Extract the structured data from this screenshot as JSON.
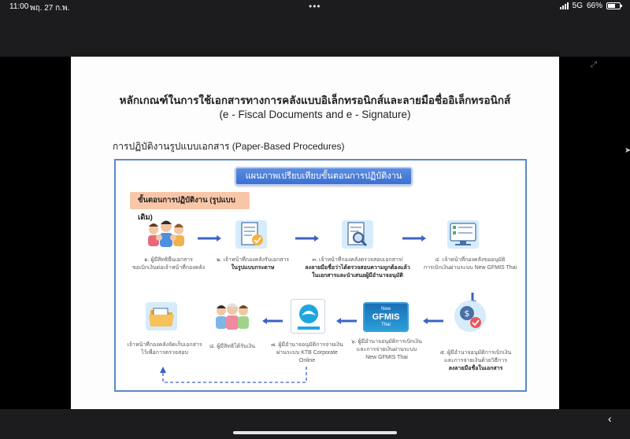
{
  "status_bar": {
    "time": "11:00",
    "date": "พฤ. 27 ก.พ.",
    "dots": "•••",
    "network": "5G",
    "battery": "66%",
    "battery_level": 0.66
  },
  "slide": {
    "title_th": "หลักเกณฑ์ในการใช้เอกสารทางการคลังแบบอิเล็กทรอนิกส์และลายมือชื่ออิเล็กทรอนิกส์",
    "title_en": "(e - Fiscal Documents and e - Signature)",
    "section_title": "การปฏิบัติงานรูปแบบเอกสาร (Paper-Based Procedures)",
    "banner": "แผนภาพเปรียบเทียบขั้นตอนการปฏิบัติงาน",
    "steps_header": "ขั้นตอนการปฏิบัติงาน (รูปแบบเดิม)",
    "steps": [
      {
        "l1": "๑. ผู้มีสิทธิยื่นเอกสาร",
        "l2": "ขอเบิกเงินต่อเจ้าหน้าที่กองคลัง"
      },
      {
        "l1": "๒. เจ้าหน้าที่กองคลังรับเอกสาร",
        "l2": "ในรูปแบบกระดาษ"
      },
      {
        "l1": "๓. เจ้าหน้าที่กองคลังตรวจสอบเอกสาร/",
        "l2": "ลงลายมือชื่อว่าได้ตรวจสอบความถูกต้องแล้ว",
        "l3": "ในเอกสารและนำเสนอผู้มีอำนาจอนุมัติ"
      },
      {
        "l1": "๔. เจ้าหน้าที่กองคลังขออนุมัติ",
        "l2": "การเบิกเงินผ่านระบบ New GFMIS Thai"
      },
      {
        "l1": "๕. ผู้มีอำนาจอนุมัติการเบิกเงิน",
        "l2": "และการจ่ายเงินด้วยวิธีการ",
        "l3": "ลงลายมือชื่อในเอกสาร"
      },
      {
        "l1": "๖. ผู้มีอำนาจอนุมัติการเบิกเงิน",
        "l2": "และการจ่ายเงินผ่านระบบ",
        "l3": "New GFMIS Thai"
      },
      {
        "l1": "๗. ผู้มีอำนาจอนุมัติการจ่ายเงิน",
        "l2": "ผ่านระบบ KTB Corporate",
        "l3": "Online"
      },
      {
        "l1": "๘. ผู้มีสิทธิได้รับเงิน"
      },
      {
        "l1": "เจ้าหน้าที่กองคลังจัดเก็บเอกสาร",
        "l2": "ไว้เพื่อการตรวจสอบ"
      }
    ],
    "gfmis_logo": {
      "top": "New",
      "main": "GFMIS",
      "sub": "Thai"
    },
    "ktb_logo": "KTB Corporate Online"
  },
  "colors": {
    "accent_blue": "#3d6fd1",
    "arrow_blue": "#3b63c4",
    "frame_blue": "#5b8ac5",
    "header_peach": "#f9c7a8"
  }
}
